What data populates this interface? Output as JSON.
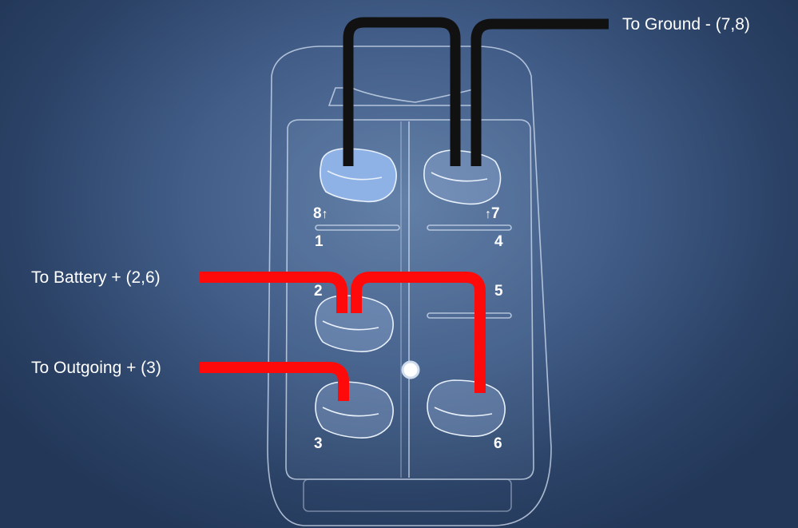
{
  "labels": {
    "ground": "To Ground - (7,8)",
    "battery": "To Battery + (2,6)",
    "outgoing": "To Outgoing + (3)"
  },
  "terminals": {
    "t8": "8",
    "t7": "7",
    "t1": "1",
    "t4": "4",
    "t2": "2",
    "t5": "5",
    "t3": "3",
    "t6": "6"
  },
  "arrow_glyph": "↑",
  "colors": {
    "ground_wire": "#111111",
    "hot_wire": "#ff0a0a",
    "outline": "#dbe6f5",
    "screw_highlight": "#8fb2e6"
  }
}
